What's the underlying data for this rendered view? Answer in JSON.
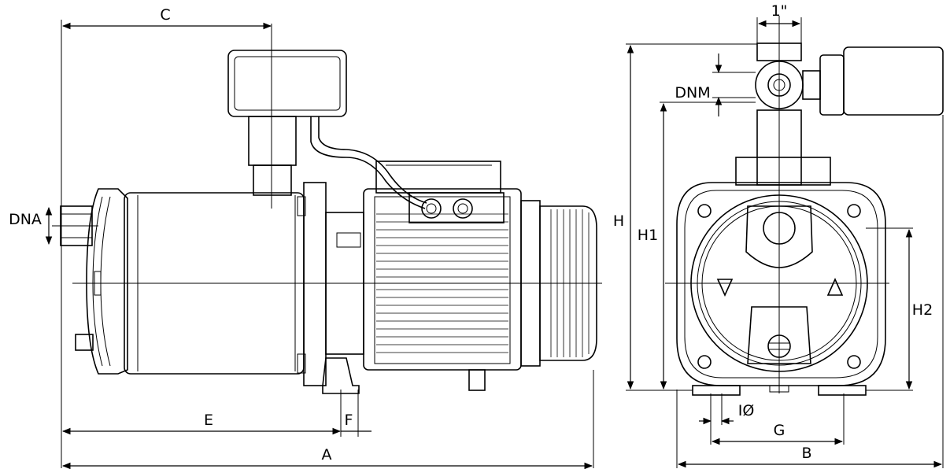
{
  "drawing": {
    "labels": {
      "c": "C",
      "dna": "DNA",
      "e": "E",
      "f": "F",
      "a": "A",
      "one_inch": "1\"",
      "dnm": "DNM",
      "h": "H",
      "h1": "H1",
      "h2": "H2",
      "i_diameter": "IØ",
      "g": "G",
      "b": "B"
    }
  }
}
